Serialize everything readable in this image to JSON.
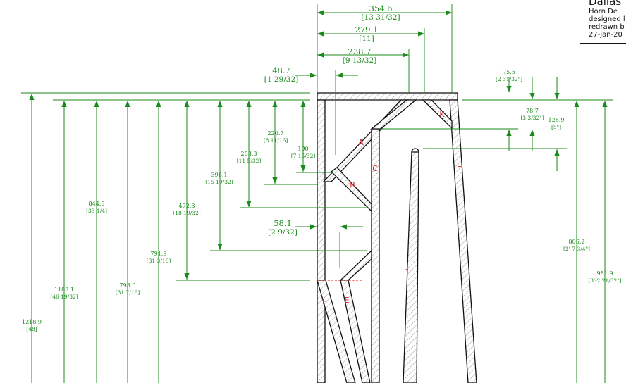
{
  "title_block": {
    "title": "Dallas",
    "lines": [
      "Horn De",
      "designed l",
      "redrawn b",
      "27-jan-20"
    ]
  },
  "dimensions": [
    {
      "key": "d1",
      "value": "354.6",
      "imperial": "[13 31/32]"
    },
    {
      "key": "d2",
      "value": "279.1",
      "imperial": "[11]"
    },
    {
      "key": "d3",
      "value": "238.7",
      "imperial": "[9 13/32]"
    },
    {
      "key": "d4",
      "value": "48.7",
      "imperial": "[1 29/32]"
    },
    {
      "key": "d5",
      "value": "75.5",
      "imperial": "[2 31/32\"]"
    },
    {
      "key": "d6",
      "value": "78.7",
      "imperial": "[3 3/32\"]"
    },
    {
      "key": "d7",
      "value": "126.9",
      "imperial": "[5\"]"
    },
    {
      "key": "d8",
      "value": "220.7",
      "imperial": "[8 11/16]"
    },
    {
      "key": "d9",
      "value": "190",
      "imperial": "[7 15/32]"
    },
    {
      "key": "d10",
      "value": "283.3",
      "imperial": "[11 5/32]"
    },
    {
      "key": "d11",
      "value": "396.1",
      "imperial": "[15 19/32]"
    },
    {
      "key": "d12",
      "value": "472.3",
      "imperial": "[18 19/32]"
    },
    {
      "key": "d13",
      "value": "844.8",
      "imperial": "[33 1/4]"
    },
    {
      "key": "d14",
      "value": "791.9",
      "imperial": "[31 3/16]"
    },
    {
      "key": "d15",
      "value": "798.0",
      "imperial": "[31 7/16]"
    },
    {
      "key": "d16",
      "value": "1183.1",
      "imperial": "[46 19/32]"
    },
    {
      "key": "d17",
      "value": "1218.9",
      "imperial": "[48]"
    },
    {
      "key": "d18",
      "value": "58.1",
      "imperial": "[2 9/32]"
    },
    {
      "key": "d19",
      "value": "806.2",
      "imperial": "[2'-7 3/4\"]"
    },
    {
      "key": "d20",
      "value": "981.9",
      "imperial": "[3'-2 21/32\"]"
    }
  ],
  "parts": [
    "A",
    "B",
    "C",
    "E",
    "F",
    "J",
    "K",
    "L"
  ],
  "colors": {
    "dimension": "#1a8a1a",
    "part_label": "#e02020",
    "outline": "#111111",
    "hatch": "#9a9a9a"
  }
}
